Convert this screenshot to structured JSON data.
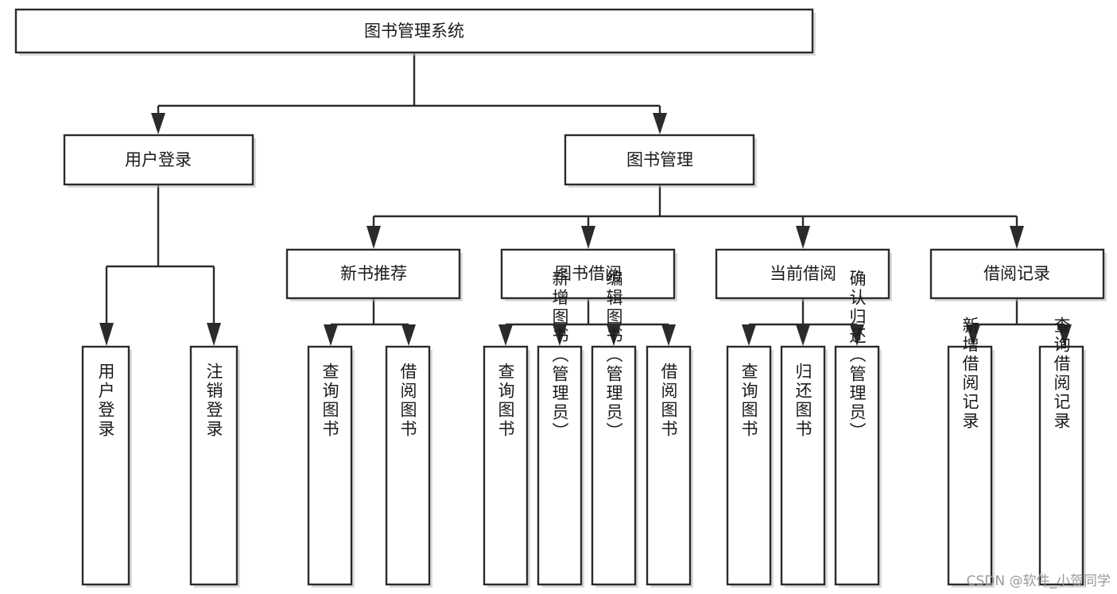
{
  "diagram": {
    "title": "图书管理系统",
    "type": "tree",
    "theme": {
      "box_fill": "#ffffff",
      "box_stroke": "#2b2b2b",
      "text_color": "#1a1a1a",
      "background": "#ffffff",
      "watermark_color": "#9a9a9a"
    },
    "root": {
      "id": "root",
      "label": "图书管理系统",
      "orientation": "horizontal"
    },
    "level2": [
      {
        "id": "user-login",
        "label": "用户登录",
        "orientation": "horizontal"
      },
      {
        "id": "book-management",
        "label": "图书管理",
        "orientation": "horizontal"
      }
    ],
    "level3": [
      {
        "id": "new-book-recommend",
        "label": "新书推荐",
        "parent": "book-management",
        "orientation": "horizontal"
      },
      {
        "id": "book-borrow",
        "label": "图书借阅",
        "parent": "book-management",
        "orientation": "horizontal"
      },
      {
        "id": "current-borrow",
        "label": "当前借阅",
        "parent": "book-management",
        "orientation": "horizontal"
      },
      {
        "id": "borrow-record",
        "label": "借阅记录",
        "parent": "book-management",
        "orientation": "horizontal"
      }
    ],
    "leaves": [
      {
        "id": "leaf-user-login",
        "label": "用户登录",
        "parent": "user-login",
        "orientation": "vertical"
      },
      {
        "id": "leaf-logout-login",
        "label": "注销登录",
        "parent": "user-login",
        "orientation": "vertical"
      },
      {
        "id": "leaf-query-book-1",
        "label": "查询图书",
        "parent": "new-book-recommend",
        "orientation": "vertical"
      },
      {
        "id": "leaf-borrow-book-1",
        "label": "借阅图书",
        "parent": "new-book-recommend",
        "orientation": "vertical"
      },
      {
        "id": "leaf-query-book-2",
        "label": "查询图书",
        "parent": "book-borrow",
        "orientation": "vertical"
      },
      {
        "id": "leaf-add-book",
        "label": "新增图书（管理员）",
        "parent": "book-borrow",
        "orientation": "vertical"
      },
      {
        "id": "leaf-edit-book",
        "label": "编辑图书（管理员）",
        "parent": "book-borrow",
        "orientation": "vertical"
      },
      {
        "id": "leaf-borrow-book-2",
        "label": "借阅图书",
        "parent": "book-borrow",
        "orientation": "vertical"
      },
      {
        "id": "leaf-query-book-3",
        "label": "查询图书",
        "parent": "current-borrow",
        "orientation": "vertical"
      },
      {
        "id": "leaf-return-book",
        "label": "归还图书",
        "parent": "current-borrow",
        "orientation": "vertical"
      },
      {
        "id": "leaf-confirm-return",
        "label": "确认归还（管理员）",
        "parent": "current-borrow",
        "orientation": "vertical"
      },
      {
        "id": "leaf-add-record",
        "label": "新增借阅记录",
        "parent": "borrow-record",
        "orientation": "vertical"
      },
      {
        "id": "leaf-query-record",
        "label": "查询借阅记录",
        "parent": "borrow-record",
        "orientation": "vertical"
      }
    ]
  },
  "watermark": {
    "text": "CSDN @软件_小贺同学"
  }
}
